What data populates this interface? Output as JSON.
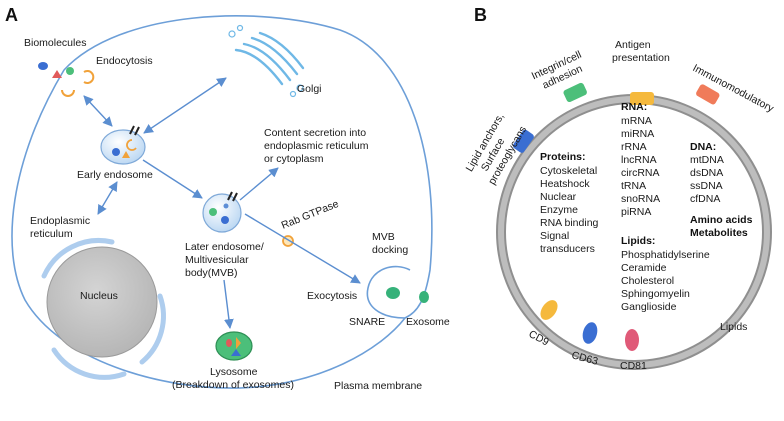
{
  "panel_a": {
    "letter": "A",
    "labels": {
      "biomolecules": "Biomolecules",
      "endocytosis": "Endocytosis",
      "golgi": "Golgi",
      "early_endosome": "Early endosome",
      "content_secretion_1": "Content secretion into",
      "content_secretion_2": "endoplasmic reticulum",
      "content_secretion_3": "or cytoplasm",
      "er_1": "Endoplasmic",
      "er_2": "reticulum",
      "nucleus": "Nucleus",
      "later_endosome_1": "Later endosome/",
      "later_endosome_2": "Multivesicular",
      "later_endosome_3": "body(MVB)",
      "rab": "Rab GTPase",
      "mvb_docking_1": "MVB",
      "mvb_docking_2": "docking",
      "exocytosis": "Exocytosis",
      "snare": "SNARE",
      "exosome": "Exosome",
      "lysosome_1": "Lysosome",
      "lysosome_2": "(Breakdown of exosomes)",
      "plasma_membrane": "Plasma membrane"
    }
  },
  "panel_b": {
    "letter": "B",
    "membrane_markers": {
      "lipid_anchors_1": "Lipid anchors,",
      "lipid_anchors_2": "Surface",
      "lipid_anchors_3": "proteoglycans",
      "integrin_1": "Integrin/cell",
      "integrin_2": "adhesion",
      "antigen_1": "Antigen",
      "antigen_2": "presentation",
      "immuno": "Immunomodulatory",
      "cd9": "CD9",
      "cd63": "CD63",
      "cd81": "CD81",
      "lipids": "Lipids"
    },
    "proteins_heading": "Proteins:",
    "proteins": [
      "Cytoskeletal",
      "Heatshock",
      "Nuclear",
      "Enzyme",
      "RNA binding",
      "Signal",
      "transducers"
    ],
    "rna_heading": "RNA:",
    "rna": [
      "mRNA",
      "miRNA",
      "rRNA",
      "lncRNA",
      "circRNA",
      "tRNA",
      "snoRNA",
      "piRNA"
    ],
    "dna_heading": "DNA:",
    "dna": [
      "mtDNA",
      "dsDNA",
      "ssDNA",
      "cfDNA"
    ],
    "amino_acids": "Amino acids",
    "metabolites": "Metabolites",
    "lipids_heading": "Lipids:",
    "lipids_list": [
      "Phosphatidylserine",
      "Ceramide",
      "Cholesterol",
      "Sphingomyelin",
      "Ganglioside"
    ]
  },
  "colors": {
    "arrow": "#5b8ed0",
    "cell_outline": "#6d9fd8",
    "nucleus_fill": "#c8c8c8",
    "nucleus_ring": "#aecdee",
    "exosome_ring": "#a8a8a8",
    "green": "#4cbf7a",
    "orange": "#f1a23a",
    "red": "#e15a5a",
    "blue": "#3a6ed2",
    "pink": "#e05a78"
  }
}
